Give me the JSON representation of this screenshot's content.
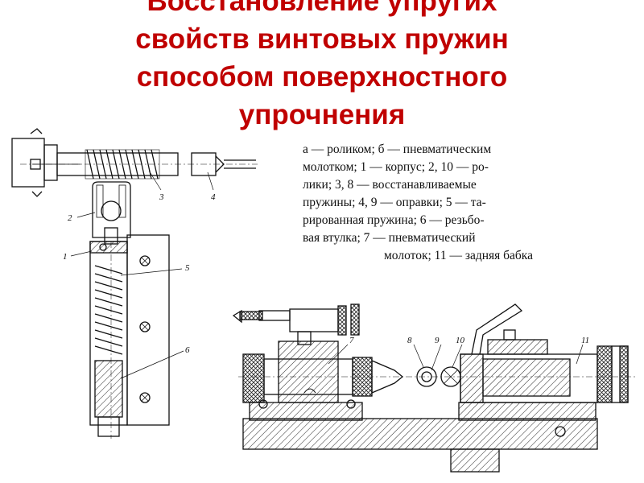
{
  "title": {
    "lines": [
      "Восстановление упругих",
      "свойств винтовых пружин",
      "способом поверхностного",
      "упрочнения"
    ],
    "color": "#c00000"
  },
  "caption": {
    "lines": [
      "а — роликом; б — пневматическим",
      "молотком; 1 — корпус; 2, 10 — ро-",
      "лики; 3, 8 — восстанавливаемые",
      "пружины; 4, 9 — оправки; 5 — та-",
      "рированная пружина; 6 — резьбо-",
      "вая втулка; 7 — пневматический",
      "молоток; 11 — задняя бабка"
    ]
  },
  "diagram_a": {
    "labels": [
      "3",
      "4",
      "2",
      "1",
      "5",
      "6"
    ]
  },
  "diagram_b": {
    "labels": [
      "7",
      "8",
      "9",
      "10",
      "11"
    ]
  }
}
